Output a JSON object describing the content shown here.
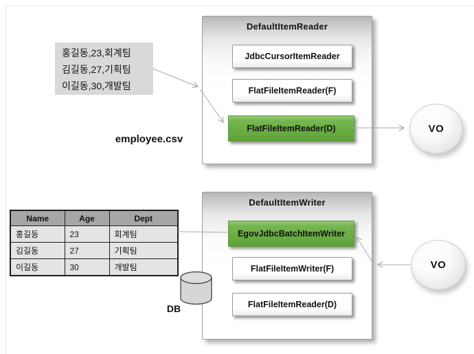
{
  "diagram": {
    "csv_box": {
      "lines": [
        "홍길동,23,회계팀",
        "김길동,27,기획팀",
        "이길동,30,개발팀"
      ]
    },
    "csv_label": "employee.csv",
    "reader_panel": {
      "title": "DefaultItemReader",
      "items": [
        {
          "label": "JdbcCursorItemReader",
          "highlight": false
        },
        {
          "label": "FlatFileItemReader(F)",
          "highlight": false
        },
        {
          "label": "FlatFileItemReader(D)",
          "highlight": true
        }
      ]
    },
    "writer_panel": {
      "title": "DefaultItemWriter",
      "items": [
        {
          "label": "EgovJdbcBatchItemWriter",
          "highlight": true
        },
        {
          "label": "FlatFileItemWriter(F)",
          "highlight": false
        },
        {
          "label": "FlatFileItemReader(D)",
          "highlight": false
        }
      ]
    },
    "vo_top_label": "VO",
    "vo_bottom_label": "VO",
    "db_label": "DB",
    "table": {
      "headers": [
        "Name",
        "Age",
        "Dept"
      ],
      "rows": [
        [
          "홍길동",
          "23",
          "회계팀"
        ],
        [
          "김길동",
          "27",
          "기획팀"
        ],
        [
          "이길동",
          "30",
          "개발팀"
        ]
      ]
    },
    "colors": {
      "highlight_green": "#69AD42",
      "panel_top_gray": "#B7B7B7",
      "connector_gray": "#A8A8A8",
      "table_header_bg": "#A6A6A6",
      "table_row_bg": "#E4E4E4",
      "csv_box_bg": "#D9D9D9"
    }
  }
}
